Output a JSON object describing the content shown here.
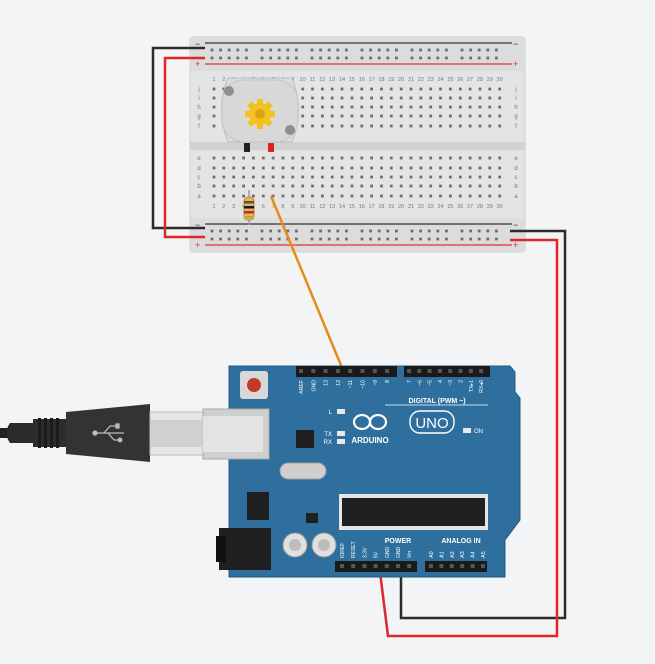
{
  "breadboard": {
    "rail_minus": "−",
    "rail_plus": "+",
    "row_letters_top": [
      "j",
      "i",
      "h",
      "g",
      "f"
    ],
    "row_letters_bottom": [
      "e",
      "d",
      "c",
      "b",
      "a"
    ],
    "columns": [
      "1",
      "2",
      "3",
      "4",
      "5",
      "6",
      "7",
      "8",
      "9",
      "10",
      "11",
      "12",
      "13",
      "14",
      "15",
      "16",
      "17",
      "18",
      "19",
      "20",
      "21",
      "22",
      "23",
      "24",
      "25",
      "26",
      "27",
      "28",
      "29",
      "30"
    ]
  },
  "arduino": {
    "brand": "ARDUINO",
    "model": "UNO",
    "digital_label": "DIGITAL (PWM ~)",
    "power_label": "POWER",
    "analog_label": "ANALOG IN",
    "on_label": "ON",
    "led_l": "L",
    "led_tx": "TX",
    "led_rx": "RX",
    "digital_pins": [
      "AREF",
      "GND",
      "13",
      "12",
      "~11",
      "~10",
      "~9",
      "8",
      "7",
      "~6",
      "~5",
      "4",
      "~3",
      "2",
      "TX▸1",
      "RX◂0"
    ],
    "power_pins": [
      "IOREF",
      "RESET",
      "3.3V",
      "5V",
      "GND",
      "GND",
      "Vin"
    ],
    "analog_pins": [
      "A0",
      "A1",
      "A2",
      "A3",
      "A4",
      "A5"
    ]
  },
  "colors": {
    "board_blue": "#2f6f9e",
    "wire_red": "#e0262b",
    "wire_black": "#2b2b2b",
    "wire_orange": "#e88a1a",
    "breadboard": "#e8e8e8"
  },
  "icons": [
    "usb-icon",
    "gear-icon",
    "arduino-infinity-icon"
  ]
}
